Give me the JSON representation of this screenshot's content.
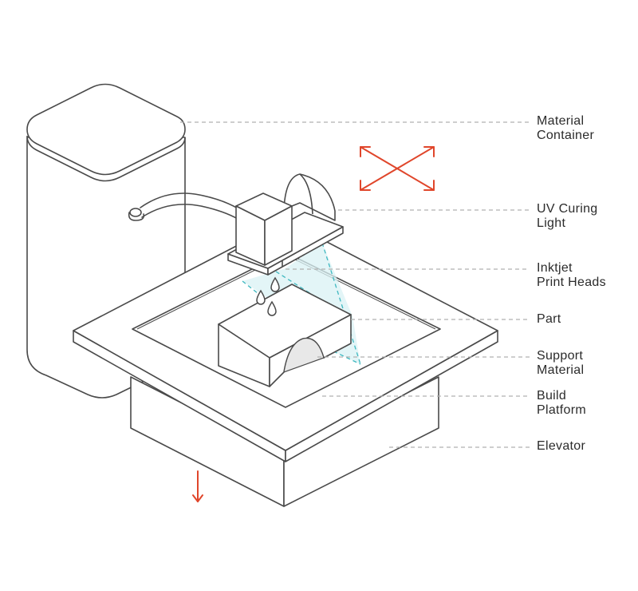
{
  "labels": {
    "material_container": [
      "Material",
      "Container"
    ],
    "uv_curing_light": [
      "UV Curing",
      "Light"
    ],
    "inkjet_print_heads": [
      "Inktjet",
      "Print Heads"
    ],
    "part": [
      "Part"
    ],
    "support_material": [
      "Support",
      "Material"
    ],
    "build_platform": [
      "Build",
      "Platform"
    ],
    "elevator": [
      "Elevator"
    ]
  },
  "colors": {
    "line": "#4a4a4a",
    "leader": "#b0b0b0",
    "accent_arrow": "#e0462b",
    "uv_beam": "#3fb8c0",
    "uv_fill": "#d9f1f4",
    "support_fill": "#e8e8e8"
  }
}
